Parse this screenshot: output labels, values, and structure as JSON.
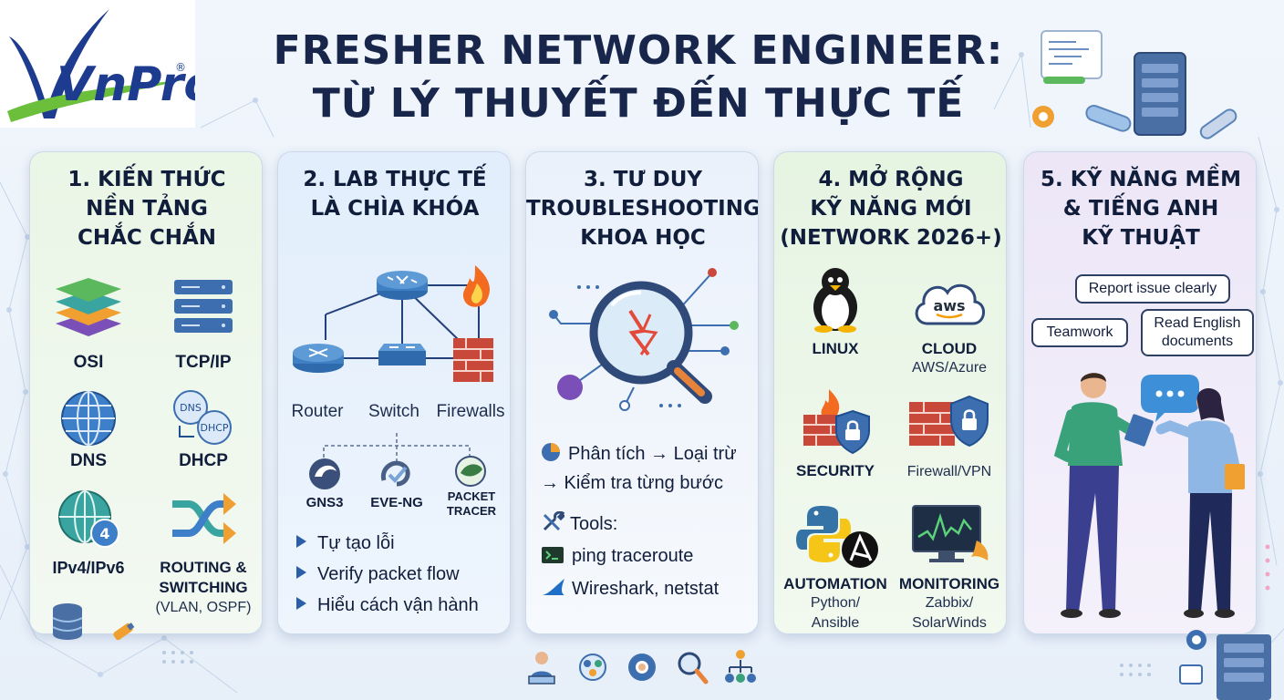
{
  "logo": {
    "text": "VnPro",
    "mark": "®"
  },
  "title": {
    "line1": "FRESHER NETWORK ENGINEER:",
    "line2": "TỪ LÝ THUYẾT ĐẾN THỰC TẾ"
  },
  "cards": [
    {
      "title": [
        "1. KIẾN THỨC",
        "NỀN TẢNG",
        "CHẮC CHẮN"
      ],
      "items": [
        "OSI",
        "TCP/IP",
        "DNS",
        "DHCP",
        "IPv4/IPv6",
        "ROUTING &",
        "SWITCHING",
        "(VLAN, OSPF)"
      ],
      "icon_text": {
        "dns": "DNS",
        "dhcp": "DHCP",
        "ipv": "4"
      }
    },
    {
      "title": [
        "2. LAB THỰC TẾ",
        "LÀ CHÌA KHÓA"
      ],
      "devices": [
        "Router",
        "Switch",
        "Firewalls"
      ],
      "tools": [
        "GNS3",
        "EVE-NG",
        "PACKET",
        "TRACER"
      ],
      "bullets": [
        "Tự tạo lỗi",
        "Verify packet flow",
        "Hiểu cách vận hành"
      ]
    },
    {
      "title": [
        "3. TƯ DUY",
        "TROUBLESHOOTING",
        "KHOA HỌC"
      ],
      "lines": [
        "Phân tích → Loại trừ",
        "→ Kiểm tra từng bước",
        "Tools:",
        "ping   traceroute",
        "Wireshark,  netstat"
      ]
    },
    {
      "title": [
        "4. MỞ RỘNG",
        "KỸ NĂNG MỚI",
        "(NETWORK 2026+)"
      ],
      "items": [
        {
          "name": "LINUX",
          "sub": ""
        },
        {
          "name": "CLOUD",
          "sub": "AWS/Azure"
        },
        {
          "name": "SECURITY",
          "sub": ""
        },
        {
          "name": "",
          "sub": "Firewall/VPN"
        },
        {
          "name": "AUTOMATION",
          "sub": "Python/",
          "sub2": "Ansible"
        },
        {
          "name": "MONITORING",
          "sub": "Zabbix/",
          "sub2": "SolarWinds"
        }
      ],
      "icon_text": {
        "aws": "aws"
      }
    },
    {
      "title": [
        "5. KỸ NĂNG MỀM",
        "& TIẾNG ANH",
        "KỸ THUẬT"
      ],
      "bubbles": [
        "Report issue clearly",
        "Teamwork",
        "Read English",
        "documents"
      ]
    }
  ],
  "colors": {
    "navy": "#17264a",
    "blue": "#2a5ea8",
    "router": "#3f7fc4",
    "brick": "#c8483a",
    "green": "#2e8b57"
  }
}
